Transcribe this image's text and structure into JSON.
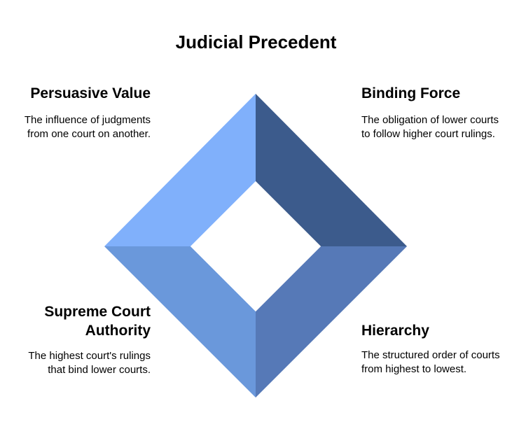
{
  "title": "Judicial Precedent",
  "colors": {
    "top_left": "#80B0FB",
    "top_right": "#3C5B8C",
    "bottom_left": "#6A98DB",
    "bottom_right": "#5679B7"
  },
  "quadrants": {
    "top_left": {
      "heading": "Persuasive Value",
      "description": "The influence of judgments from one court on another."
    },
    "top_right": {
      "heading": "Binding Force",
      "description": "The obligation of lower courts to follow higher court rulings."
    },
    "bottom_left": {
      "heading": "Supreme Court Authority",
      "description": "The highest court's rulings that bind lower courts."
    },
    "bottom_right": {
      "heading": "Hierarchy",
      "description": "The structured order of courts from highest to lowest."
    }
  }
}
